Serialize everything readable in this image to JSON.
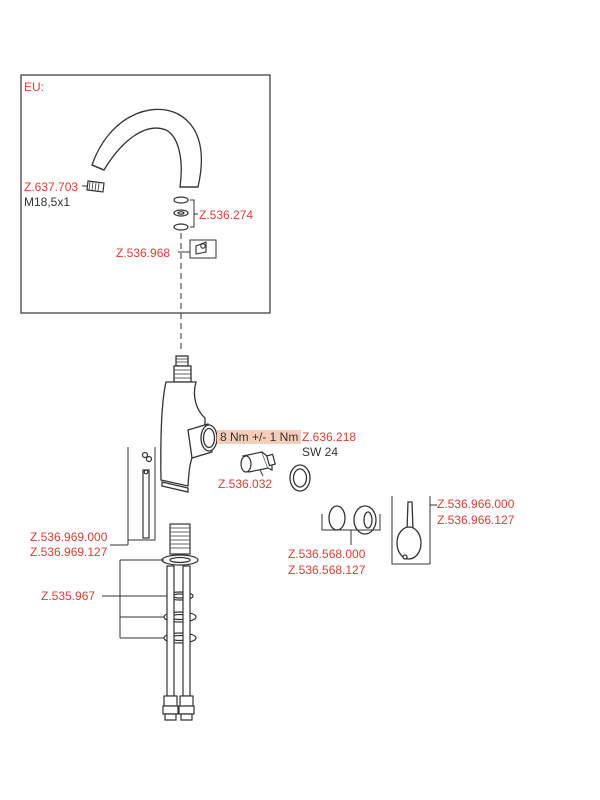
{
  "diagram": {
    "inset_label": "EU:",
    "parts": {
      "aerator": "Z.637.703",
      "aerator_thread": "M18,5x1",
      "o_rings": "Z.536.274",
      "spout_clip": "Z.536.968",
      "cartridge_seal": "Z.636.218",
      "wrench_size": "SW 24",
      "cartridge": "Z.536.032",
      "rod_1": "Z.536.969.000",
      "rod_2": "Z.536.969.127",
      "mounting_set": "Z.535.967",
      "cover_1": "Z.536.568.000",
      "cover_2": "Z.536.568.127",
      "handle_1": "Z.536.966.000",
      "handle_2": "Z.536.966.127"
    },
    "torque": "8 Nm +/- 1 Nm",
    "colors": {
      "label": "#e03c31",
      "text": "#333333",
      "torque_bg": "#f6cdb6",
      "line": "#333333"
    }
  }
}
